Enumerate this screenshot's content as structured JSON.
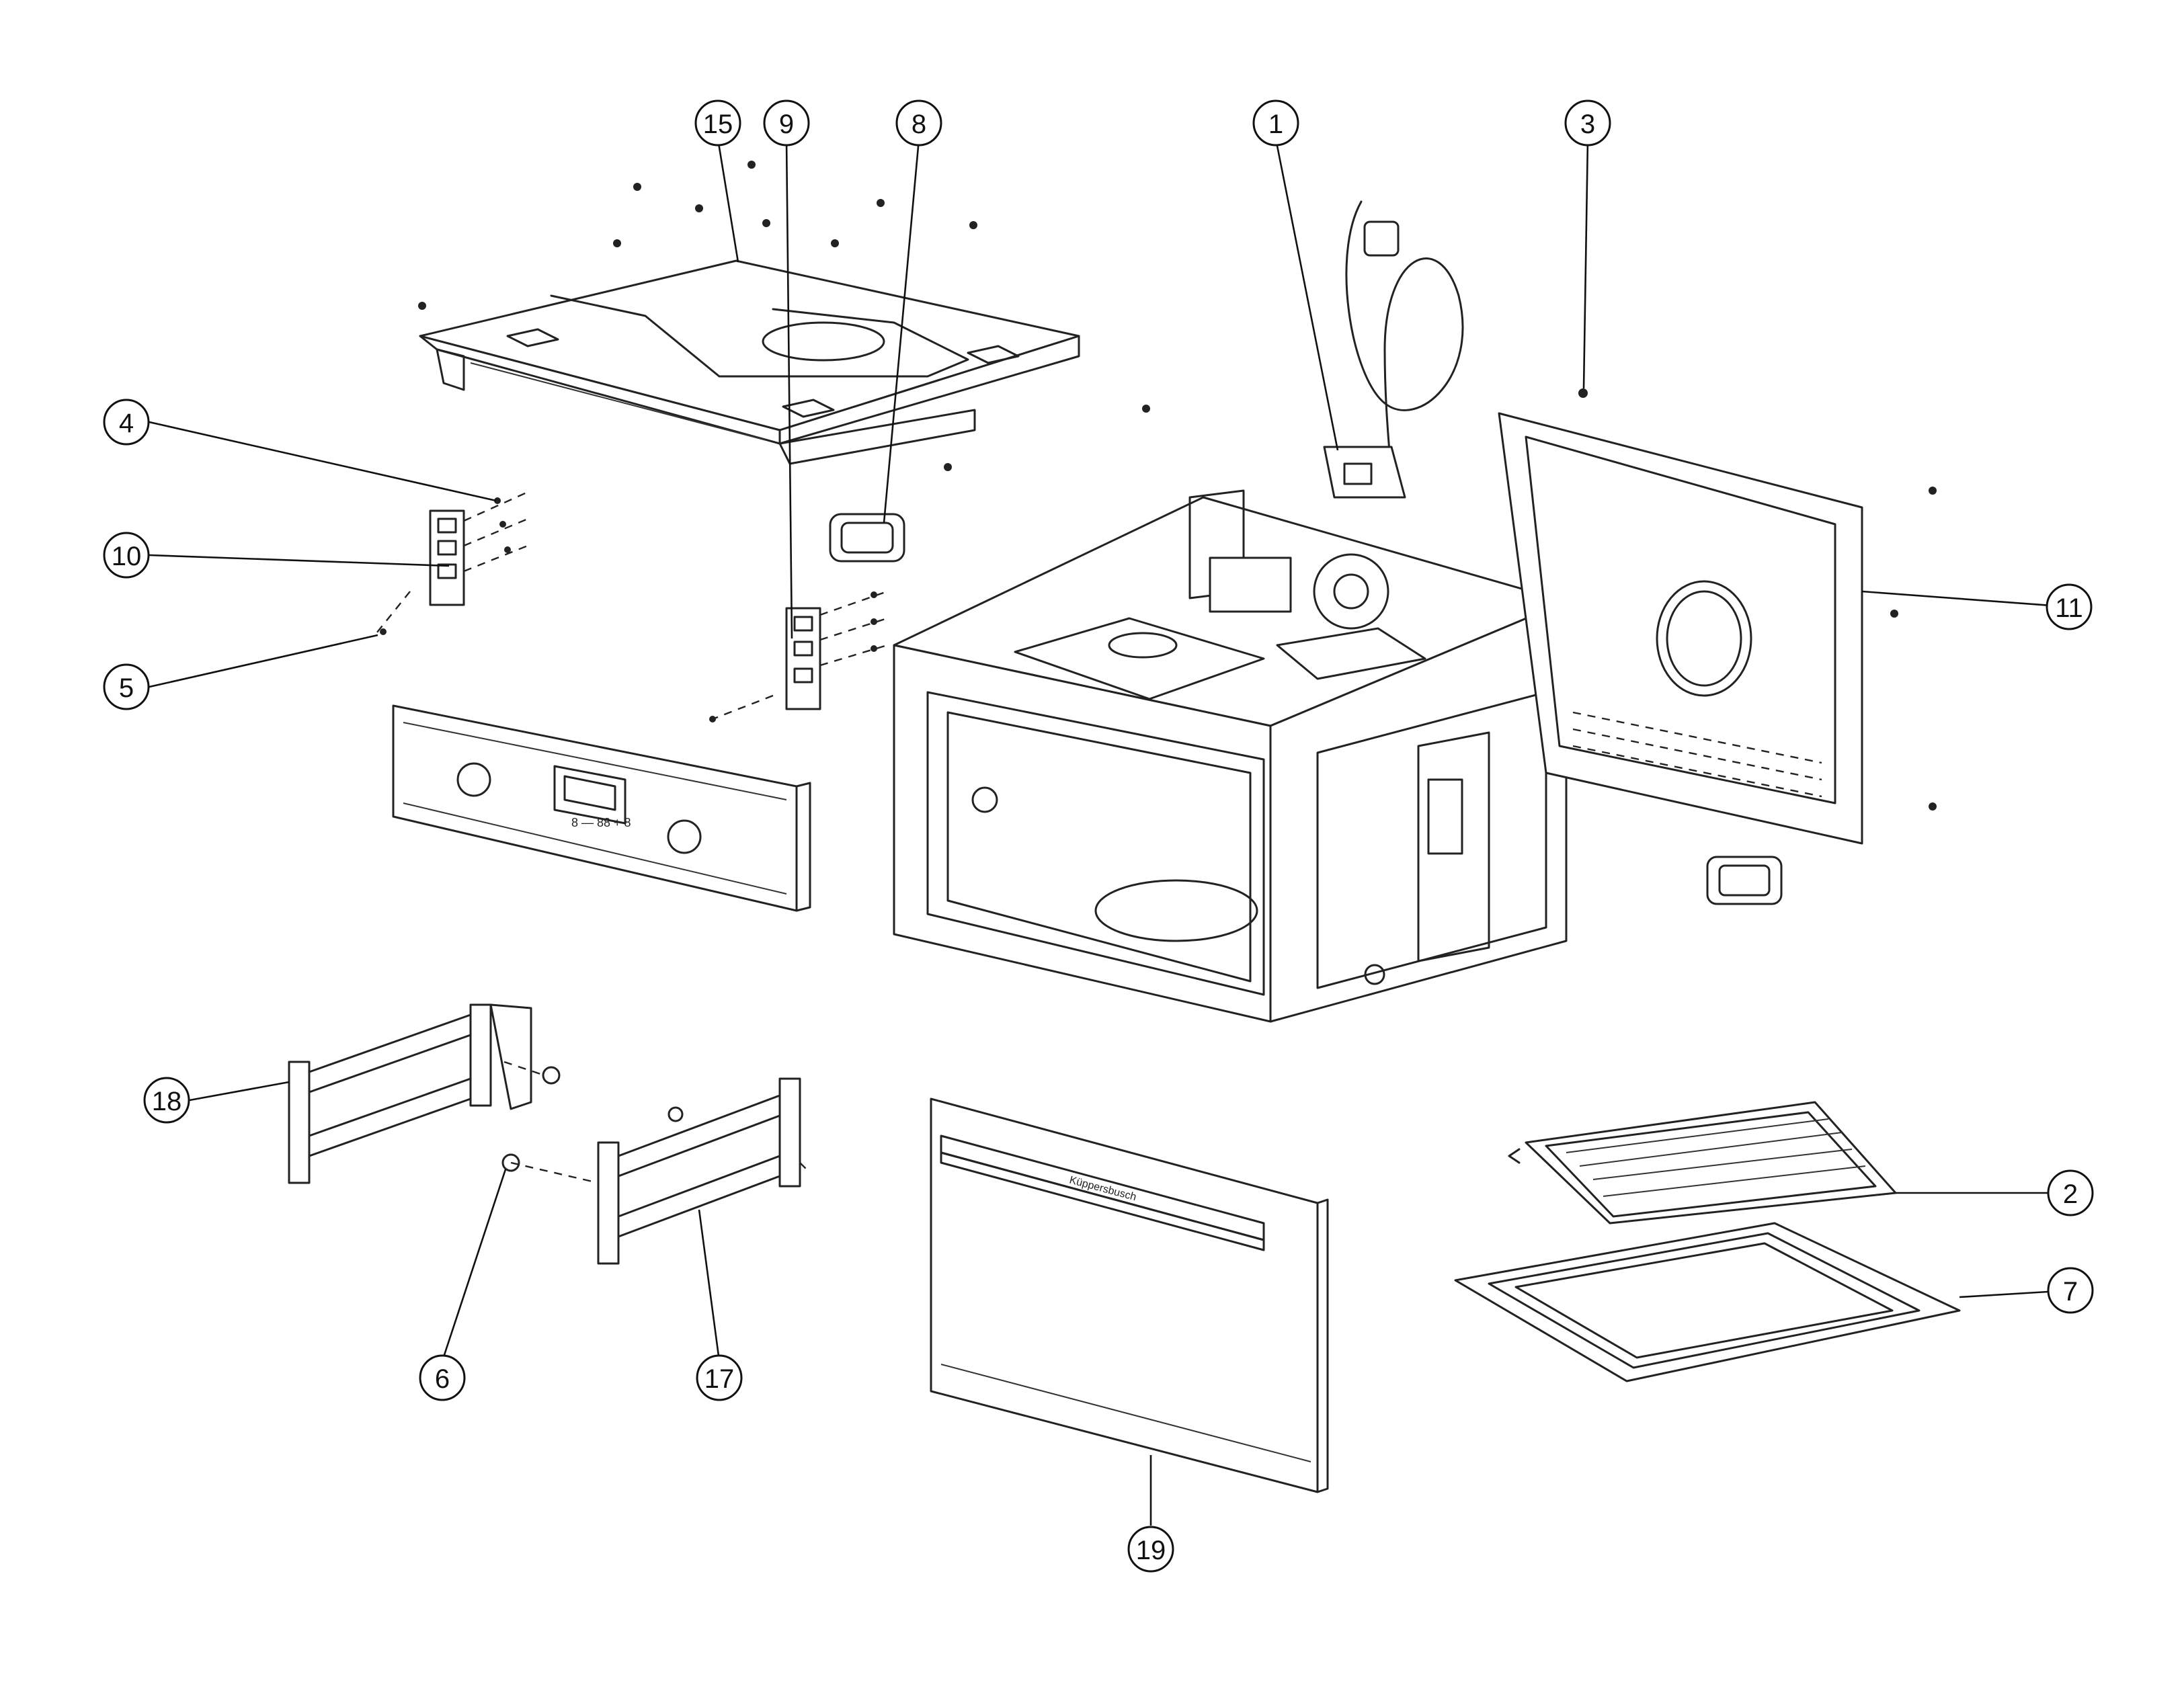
{
  "callouts": [
    {
      "id": "c15",
      "label": "15"
    },
    {
      "id": "c9",
      "label": "9"
    },
    {
      "id": "c8",
      "label": "8"
    },
    {
      "id": "c1",
      "label": "1"
    },
    {
      "id": "c3",
      "label": "3"
    },
    {
      "id": "c4",
      "label": "4"
    },
    {
      "id": "c10",
      "label": "10"
    },
    {
      "id": "c5",
      "label": "5"
    },
    {
      "id": "c11",
      "label": "11"
    },
    {
      "id": "c18",
      "label": "18"
    },
    {
      "id": "c2",
      "label": "2"
    },
    {
      "id": "c7",
      "label": "7"
    },
    {
      "id": "c6",
      "label": "6"
    },
    {
      "id": "c17",
      "label": "17"
    },
    {
      "id": "c19",
      "label": "19"
    }
  ],
  "door_brand": "Küppersbusch",
  "panel_display": "8 — 88 + 8"
}
